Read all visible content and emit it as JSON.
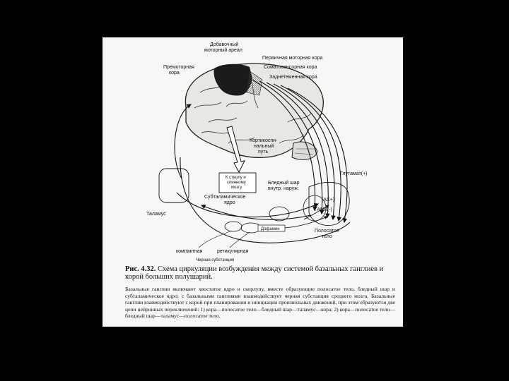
{
  "figure": {
    "labels": {
      "supplementary_motor": [
        "Добавочный",
        "моторный ареал"
      ],
      "premotor": [
        "Премоторная",
        "кора"
      ],
      "primary_motor": "Первичная моторная кора",
      "somatosensory": "Соматосенсорная кора",
      "parietal": "Заднетеменная кора",
      "corticospinal": [
        "Кортикоспи-",
        "нальный",
        "путь"
      ],
      "to_brainstem": [
        "К стволу и",
        "спинному",
        "мозгу"
      ],
      "glutamate": "Глутамат(+)",
      "globus_pallidus": [
        "Бледный шар",
        "внутр. наруж."
      ],
      "subthalamic": [
        "Субталамическое",
        "ядро"
      ],
      "ach": "(АХ+)",
      "gaba": "ГАМК(-)",
      "thalamus": "Таламус",
      "dopamine": "Дофамин",
      "striatum": [
        "Полосатое",
        "тело"
      ],
      "compact": "компактная",
      "reticular": "ретикулярная",
      "substantia_nigra": "Черная субстанция"
    }
  },
  "caption": {
    "number": "Рис. 4.32.",
    "title": "Схема циркуляции возбуждения между системой базальных ганглиев и корой больших полушарий.",
    "body": "Базальные ганглии включают хвостатое ядро и скорлупу, вместе образующие полосатое тело, бледный шар и субталамическое ядро; с базальными ганглиями взаимодействует черная субстанция среднего мозга. Базальные ганглии взаимодействуют с корой при планировании и инициации произвольных движений, при этом образуются две цепи нейронных переключений: 1) кора—полосатое тело—бледный шар—таламус—кора; 2) кора—полосатое тело—бледный шар—таламус—полосатое тело."
  }
}
